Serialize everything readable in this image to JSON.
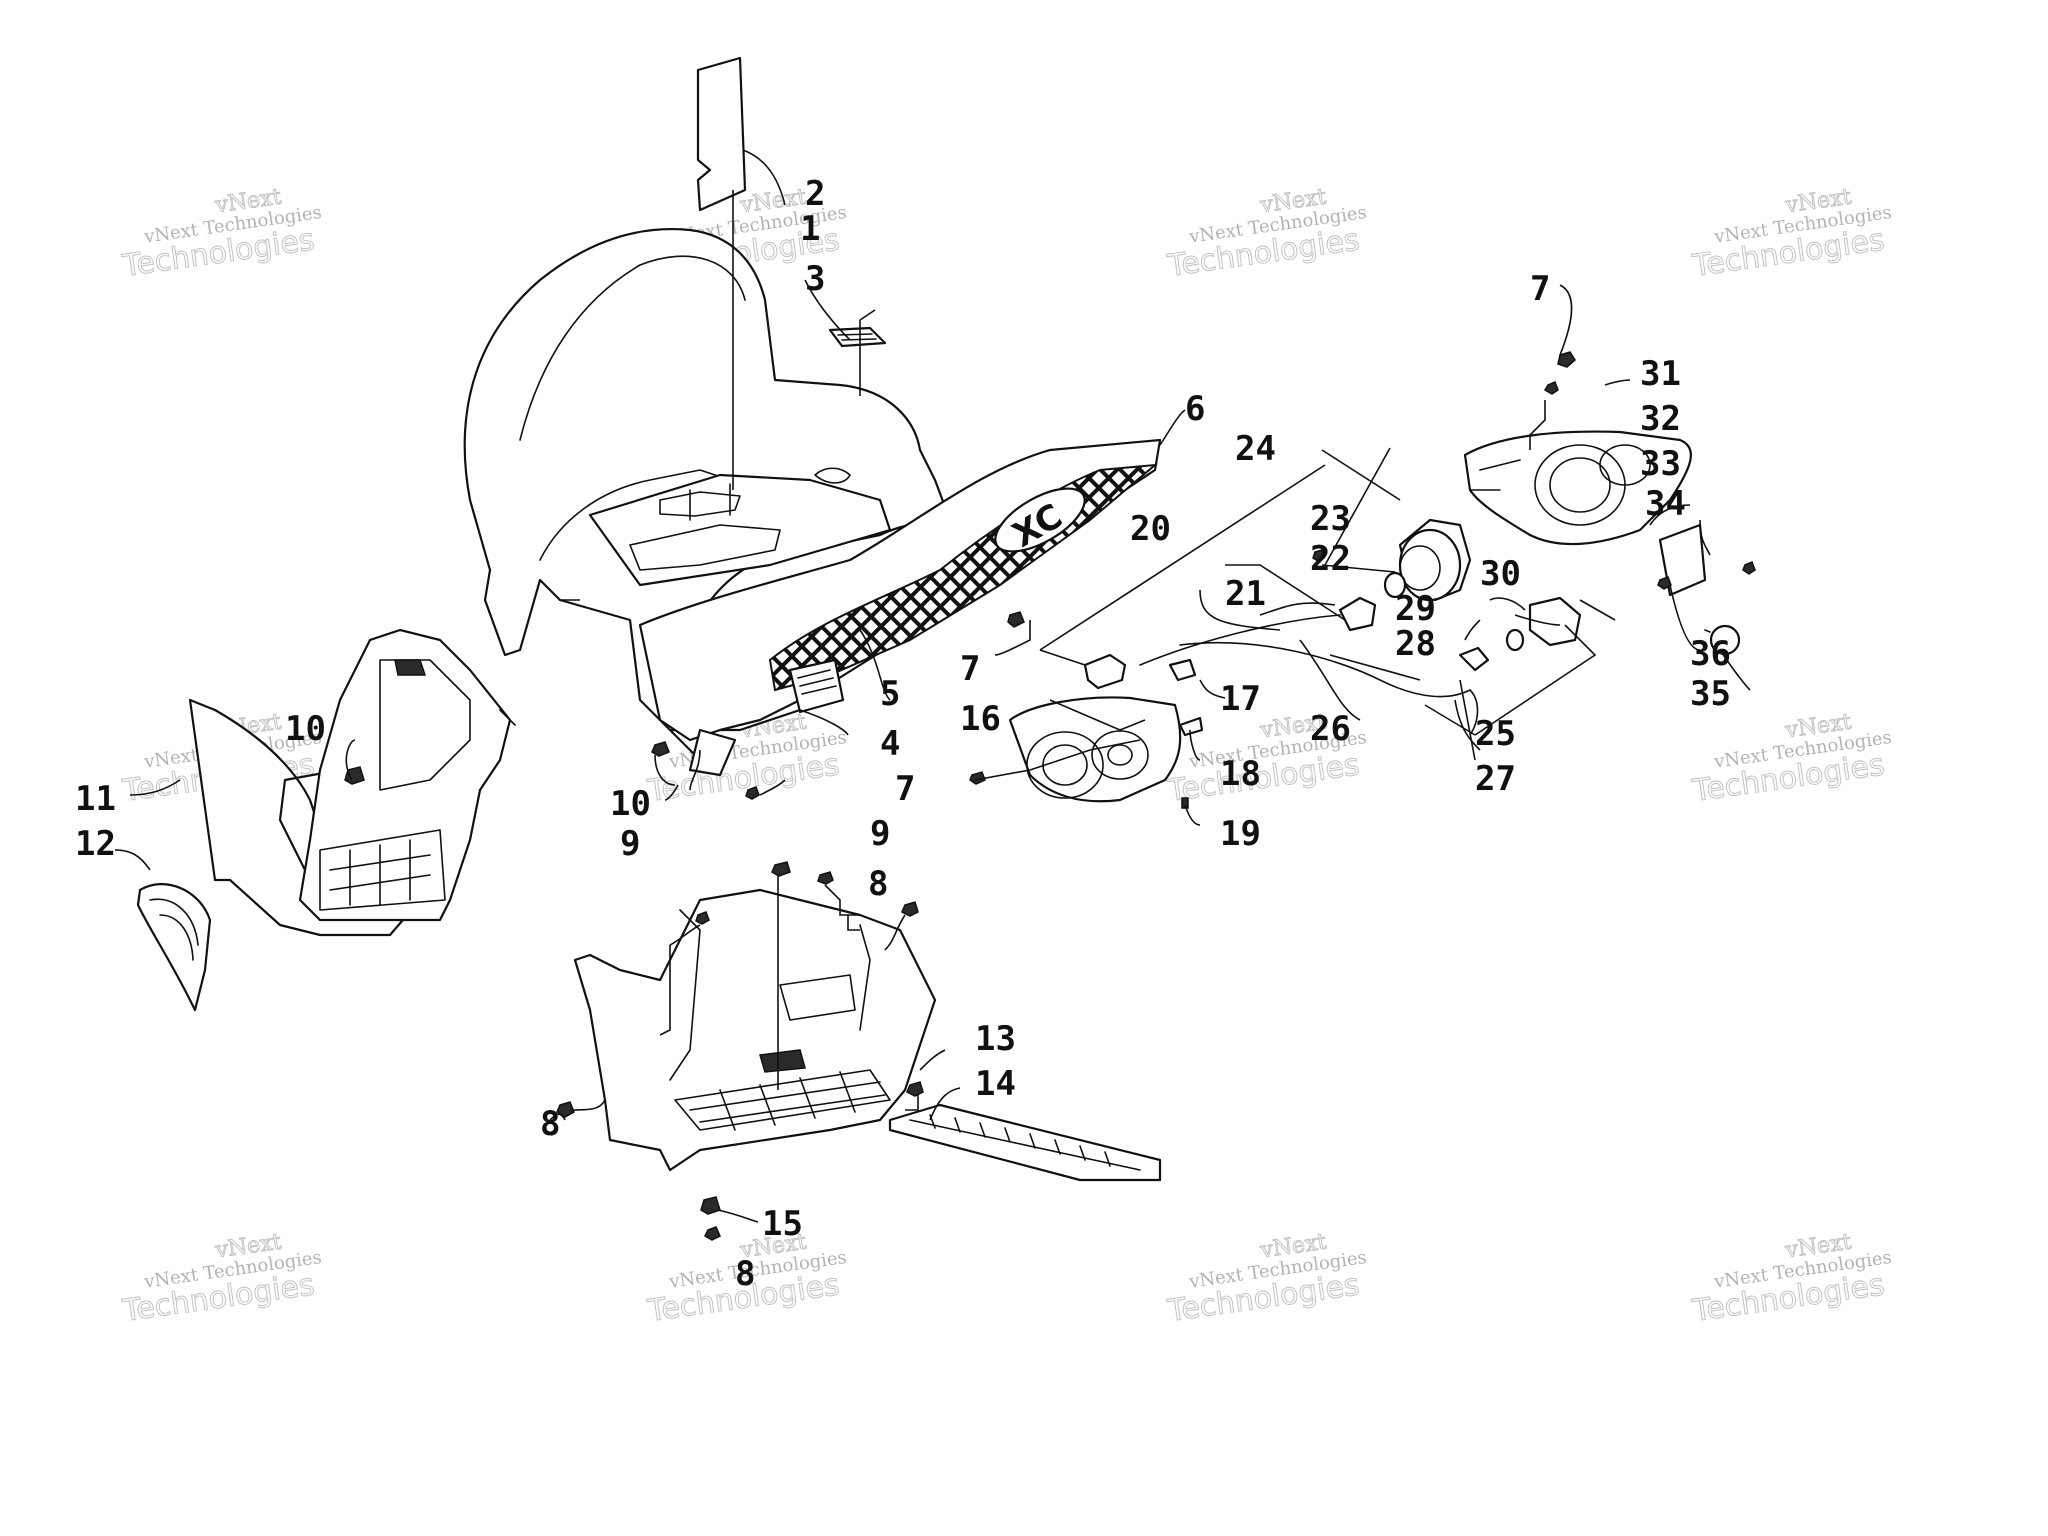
{
  "watermark": {
    "brand": "vNext",
    "line": "vNext Technologies",
    "big": "Technologies"
  },
  "callouts": [
    "1",
    "2",
    "3",
    "4",
    "5",
    "6",
    "7",
    "8",
    "9",
    "10",
    "11",
    "12",
    "13",
    "14",
    "15",
    "16",
    "17",
    "18",
    "19",
    "20",
    "21",
    "22",
    "23",
    "24",
    "25",
    "26",
    "27",
    "28",
    "29",
    "30",
    "31",
    "32",
    "33",
    "34",
    "35",
    "36"
  ],
  "logo_text": "XC"
}
